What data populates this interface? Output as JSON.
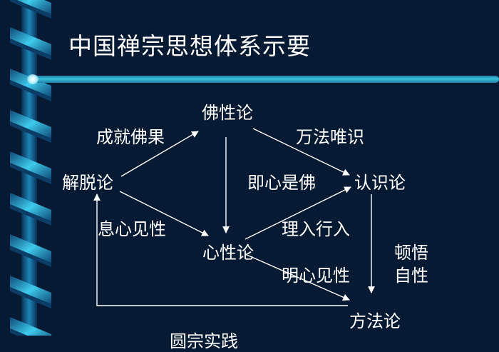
{
  "title": "中国禅宗思想体系示要",
  "nodes": {
    "buddha_nature": "佛性论",
    "liberation": "解脱论",
    "epistemology": "认识论",
    "mind_nature": "心性论",
    "method": "方法论",
    "practice": "圆宗实践"
  },
  "edge_labels": {
    "attain_buddhahood": "成就佛果",
    "method_mind_only": "万法唯识",
    "mind_is_buddha": "即心是佛",
    "cease_mind_see_nature": "息心见性",
    "principle_practice_entry": "理入行入",
    "sudden_awakening_1": "顿悟",
    "sudden_awakening_2": "自性",
    "clear_mind_see_nature": "明心见性"
  }
}
